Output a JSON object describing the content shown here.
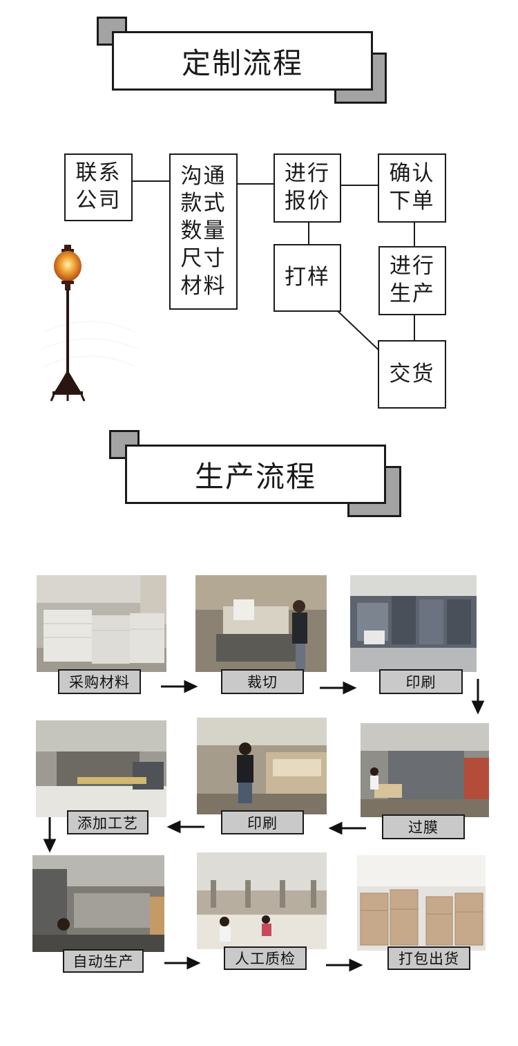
{
  "sections": {
    "custom_process_title": "定制流程",
    "production_process_title": "生产流程"
  },
  "custom_flow": {
    "contact": [
      "联系",
      "公司"
    ],
    "communicate": [
      "沟通",
      "款式",
      "数量",
      "尺寸",
      "材料"
    ],
    "quote": [
      "进行",
      "报价"
    ],
    "confirm": [
      "确认",
      "下单"
    ],
    "sample": [
      "打样"
    ],
    "produce": [
      "进行",
      "生产"
    ],
    "deliver": [
      "交货"
    ]
  },
  "production_steps": [
    {
      "label": "采购材料",
      "icon": "stacked-paperboard-photo"
    },
    {
      "label": "裁切",
      "icon": "paper-cutter-photo"
    },
    {
      "label": "印刷",
      "icon": "offset-press-photo"
    },
    {
      "label": "添加工艺",
      "icon": "finishing-machine-photo"
    },
    {
      "label": "印刷",
      "icon": "workers-at-press-photo"
    },
    {
      "label": "过膜",
      "icon": "laminating-machine-photo"
    },
    {
      "label": "自动生产",
      "icon": "automatic-machine-photo"
    },
    {
      "label": "人工质检",
      "icon": "quality-inspection-photo"
    },
    {
      "label": "打包出货",
      "icon": "packed-cartons-photo"
    }
  ],
  "colors": {
    "accent_gray": "#a3a3a3",
    "label_gray": "#c9c9c9",
    "ink": "#1a1a1a"
  }
}
